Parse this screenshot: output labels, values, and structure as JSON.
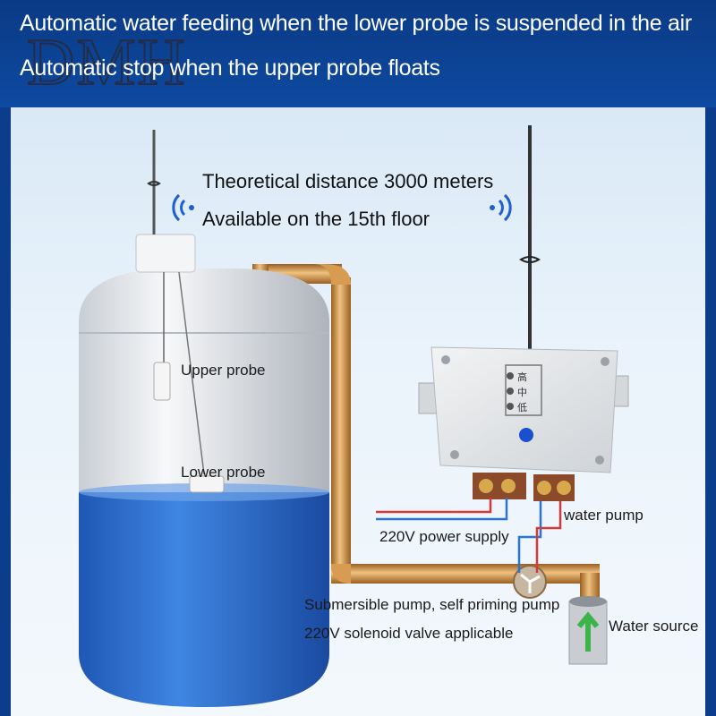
{
  "header": {
    "line1": "Automatic water feeding when the lower probe is suspended in the air",
    "line2": "Automatic stop when the upper probe floats",
    "logo": "DMH"
  },
  "wireless": {
    "distance": "Theoretical distance 3000 meters",
    "floor": "Available on the 15th floor"
  },
  "tank": {
    "upper_probe": "Upper probe",
    "lower_probe": "Lower probe"
  },
  "controller": {
    "levels": [
      "高",
      "中",
      "低"
    ]
  },
  "wiring": {
    "water_pump": "water pump",
    "power_supply": "220V power supply"
  },
  "notes": {
    "pump": "Submersible pump, self priming pump",
    "valve": "220V solenoid valve applicable",
    "source": "Water source"
  },
  "colors": {
    "header_bg": "#0a3a85",
    "water": "#2f6fd0",
    "pipe": "#c8873c",
    "wire_red": "#d33b3b",
    "wire_blue": "#2a74d8"
  }
}
